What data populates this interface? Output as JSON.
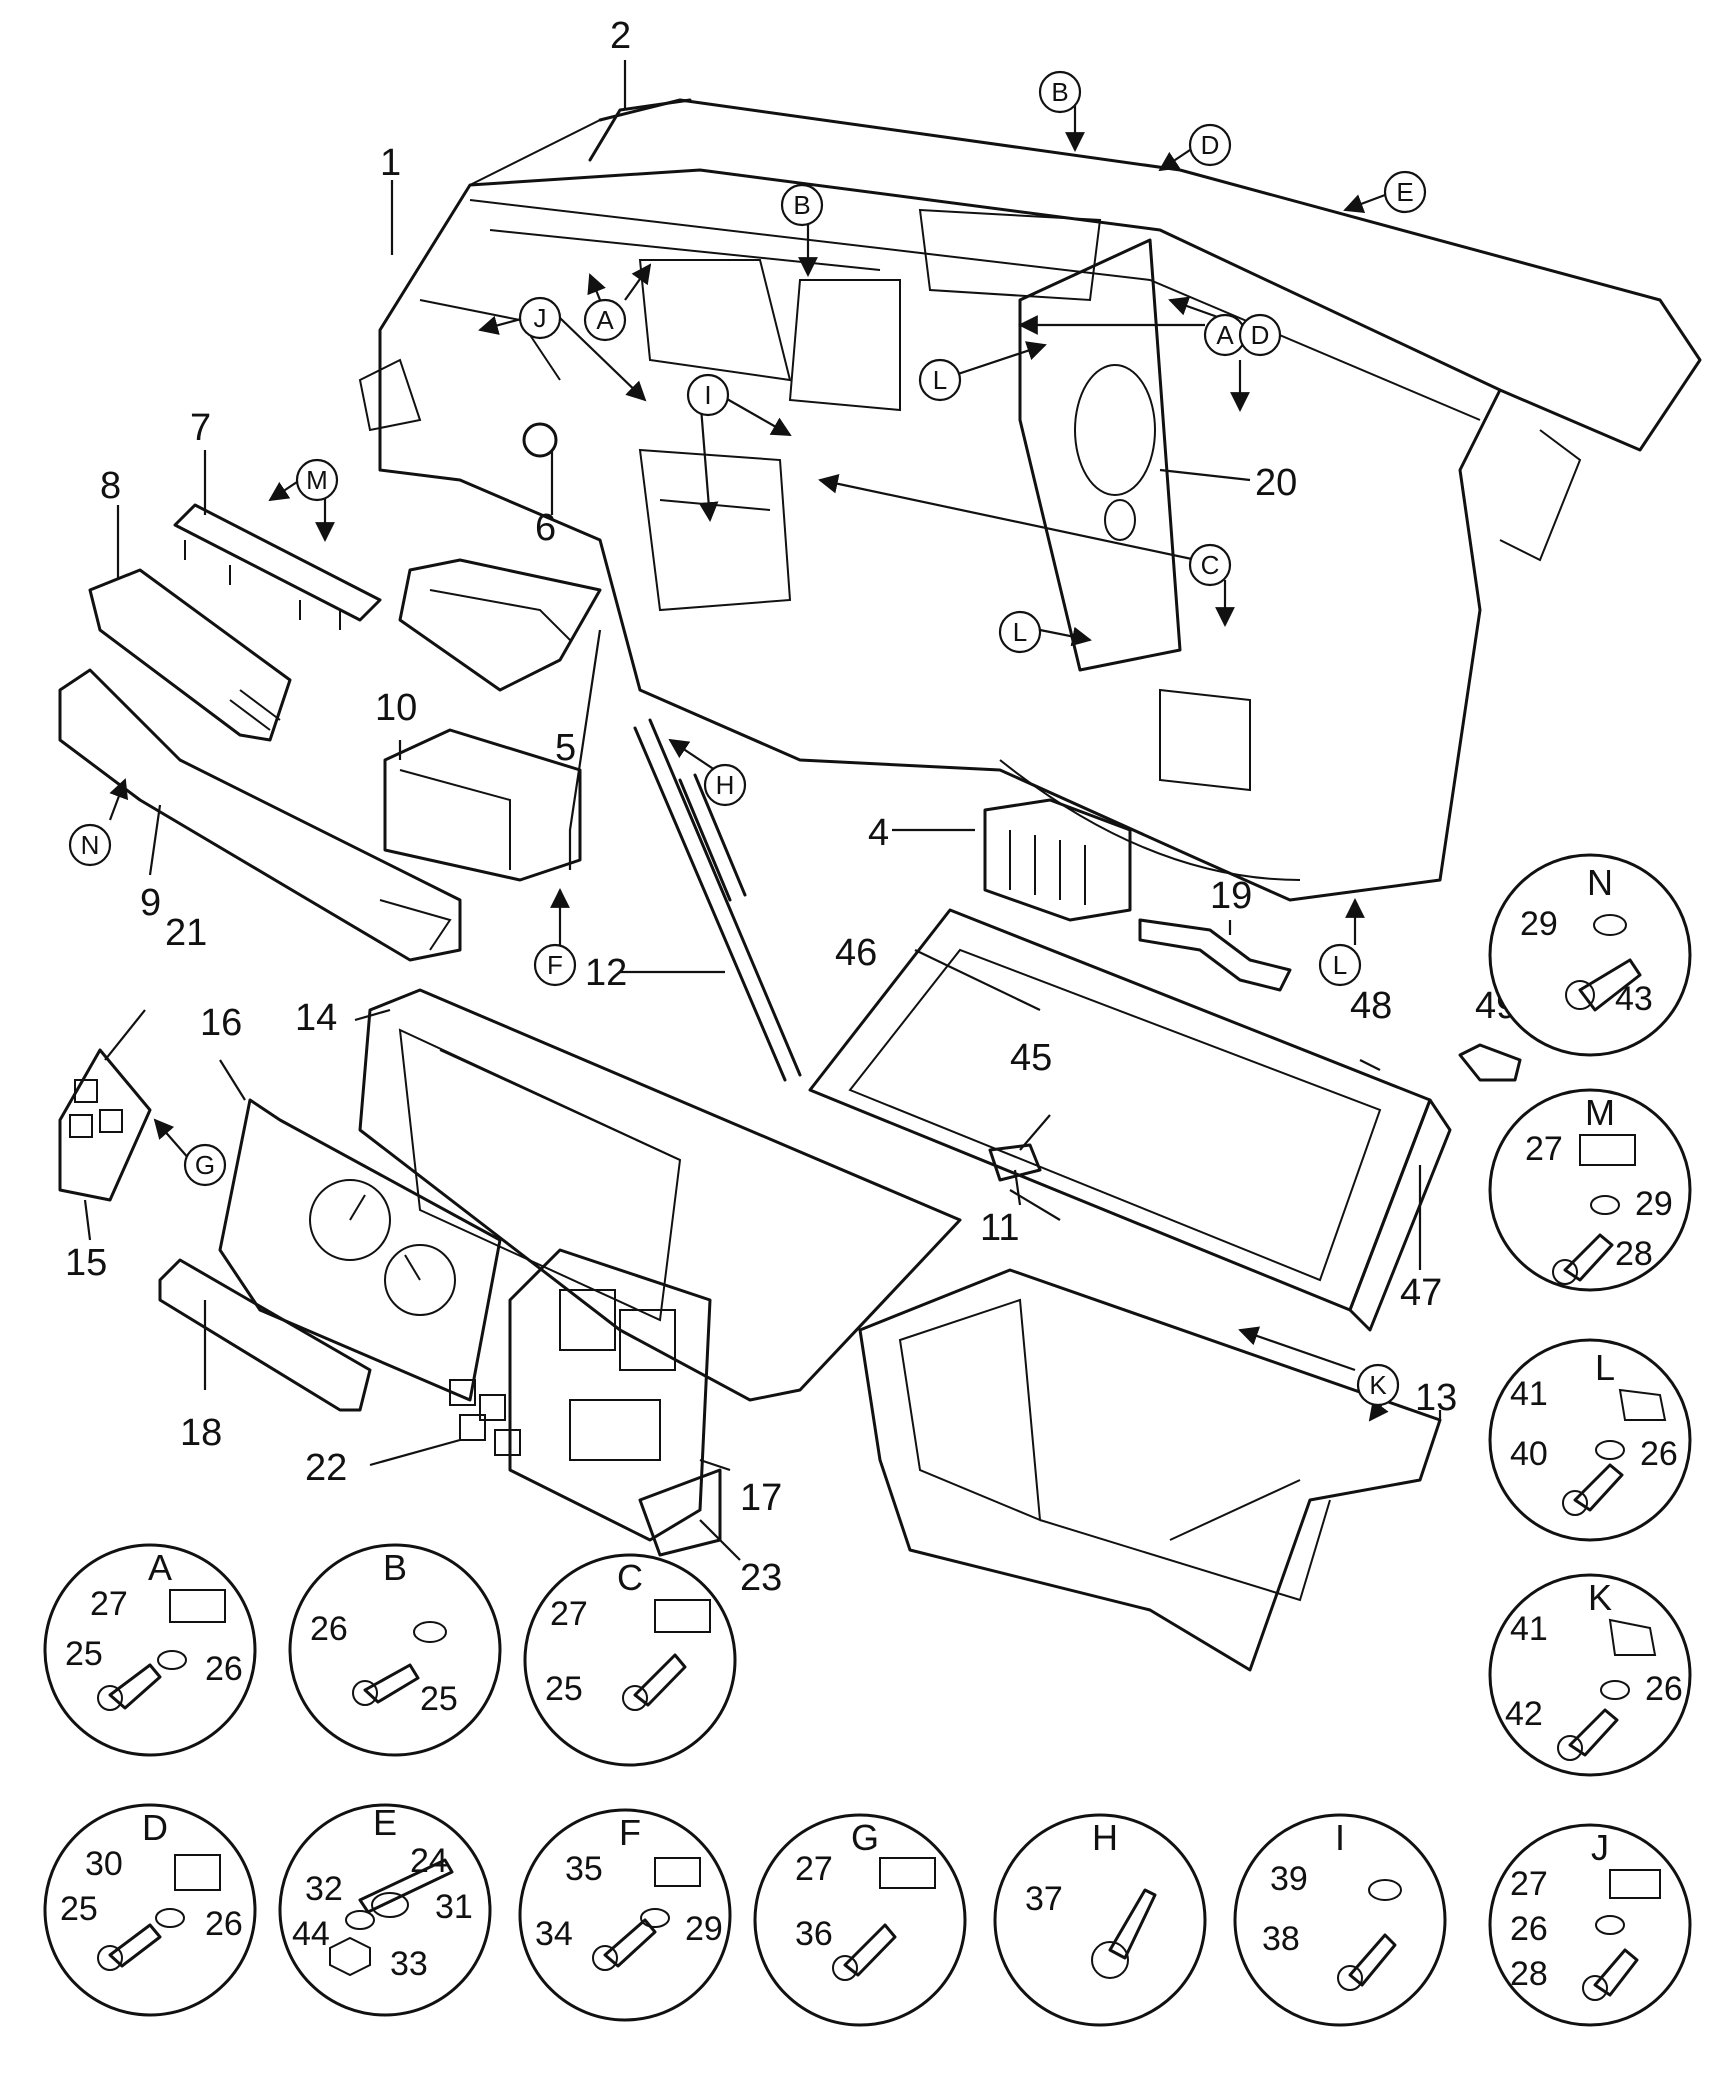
{
  "callouts": {
    "n1": "1",
    "n2": "2",
    "n4": "4",
    "n5": "5",
    "n6": "6",
    "n7": "7",
    "n8": "8",
    "n9": "9",
    "n10": "10",
    "n11": "11",
    "n12": "12",
    "n13": "13",
    "n14": "14",
    "n15": "15",
    "n16": "16",
    "n17": "17",
    "n18": "18",
    "n19": "19",
    "n20": "20",
    "n21": "21",
    "n22": "22",
    "n23": "23",
    "n45": "45",
    "n46": "46",
    "n47": "47",
    "n48": "48",
    "n49": "49"
  },
  "letters": {
    "A": "A",
    "B": "B",
    "C": "C",
    "D": "D",
    "E": "E",
    "F": "F",
    "G": "G",
    "H": "H",
    "I": "I",
    "J": "J",
    "K": "K",
    "L": "L",
    "M": "M",
    "N": "N"
  },
  "details": {
    "A": {
      "title": "A",
      "parts": [
        "27",
        "25",
        "26"
      ]
    },
    "B": {
      "title": "B",
      "parts": [
        "26",
        "25"
      ]
    },
    "C": {
      "title": "C",
      "parts": [
        "27",
        "25"
      ]
    },
    "D": {
      "title": "D",
      "parts": [
        "30",
        "25",
        "26"
      ]
    },
    "E": {
      "title": "E",
      "parts": [
        "24",
        "32",
        "31",
        "44",
        "33"
      ]
    },
    "F": {
      "title": "F",
      "parts": [
        "35",
        "34",
        "29"
      ]
    },
    "G": {
      "title": "G",
      "parts": [
        "27",
        "36"
      ]
    },
    "H": {
      "title": "H",
      "parts": [
        "37"
      ]
    },
    "I": {
      "title": "I",
      "parts": [
        "39",
        "38"
      ]
    },
    "J": {
      "title": "J",
      "parts": [
        "27",
        "26",
        "28"
      ]
    },
    "K": {
      "title": "K",
      "parts": [
        "41",
        "26",
        "42"
      ]
    },
    "L": {
      "title": "L",
      "parts": [
        "41",
        "40",
        "26"
      ]
    },
    "M": {
      "title": "M",
      "parts": [
        "27",
        "29",
        "28"
      ]
    },
    "N": {
      "title": "N",
      "parts": [
        "29",
        "43"
      ]
    }
  }
}
